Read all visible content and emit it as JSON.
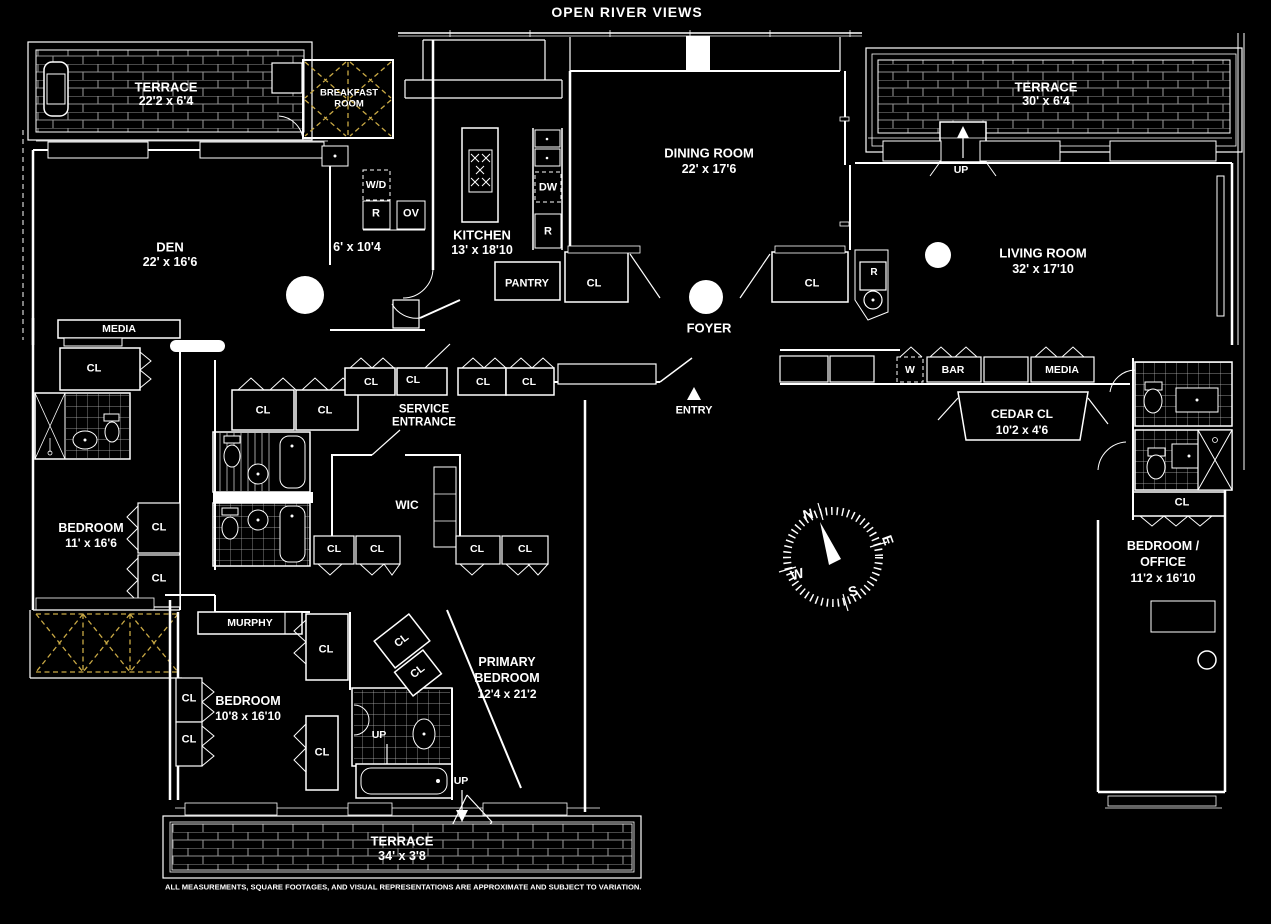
{
  "title": "OPEN RIVER VIEWS",
  "disclaimer": "ALL MEASUREMENTS, SQUARE FOOTAGES, AND VISUAL REPRESENTATIONS ARE APPROXIMATE AND SUBJECT TO VARIATION.",
  "compass": {
    "north": "N",
    "south": "S",
    "east": "E",
    "west": "W"
  },
  "rooms": {
    "terrace_nw": {
      "name": "TERRACE",
      "dims": "22'2 x 6'4"
    },
    "breakfast_room": {
      "line1": "BREAKFAST",
      "line2": "ROOM"
    },
    "terrace_ne": {
      "name": "TERRACE",
      "dims": "30' x 6'4"
    },
    "den": {
      "name": "DEN",
      "dims": "22' x 16'6"
    },
    "laundry": {
      "dims": "6' x 10'4"
    },
    "kitchen": {
      "name": "KITCHEN",
      "dims": "13' x 18'10"
    },
    "dining_room": {
      "name": "DINING ROOM",
      "dims": "22' x 17'6"
    },
    "living_room": {
      "name": "LIVING ROOM",
      "dims": "32' x 17'10"
    },
    "foyer": {
      "name": "FOYER"
    },
    "service_entrance": {
      "line1": "SERVICE",
      "line2": "ENTRANCE"
    },
    "cedar_closet": {
      "name": "CEDAR CL",
      "dims": "10'2 x 4'6"
    },
    "bedroom_west": {
      "name": "BEDROOM",
      "dims": "11' x 16'6"
    },
    "wic": {
      "name": "WIC"
    },
    "bedroom_south": {
      "name": "BEDROOM",
      "dims": "10'8 x 16'10"
    },
    "primary_bedroom": {
      "line1": "PRIMARY",
      "line2": "BEDROOM",
      "dims": "12'4 x 21'2"
    },
    "bedroom_office": {
      "line1": "BEDROOM /",
      "line2": "OFFICE",
      "dims": "11'2 x 16'10"
    },
    "terrace_south": {
      "name": "TERRACE",
      "dims": "34' x 3'8"
    }
  },
  "fixtures": {
    "closet": "CL",
    "washer_dryer": "W/D",
    "refrigerator": "R",
    "oven": "OV",
    "dishwasher": "DW",
    "pantry": "PANTRY",
    "media": "MEDIA",
    "murphy": "MURPHY",
    "bar": "BAR",
    "wine": "W",
    "up": "UP",
    "entry": "ENTRY"
  },
  "colors": {
    "background": "#000000",
    "line": "#ffffff",
    "accent_gold": "#c9a945"
  }
}
